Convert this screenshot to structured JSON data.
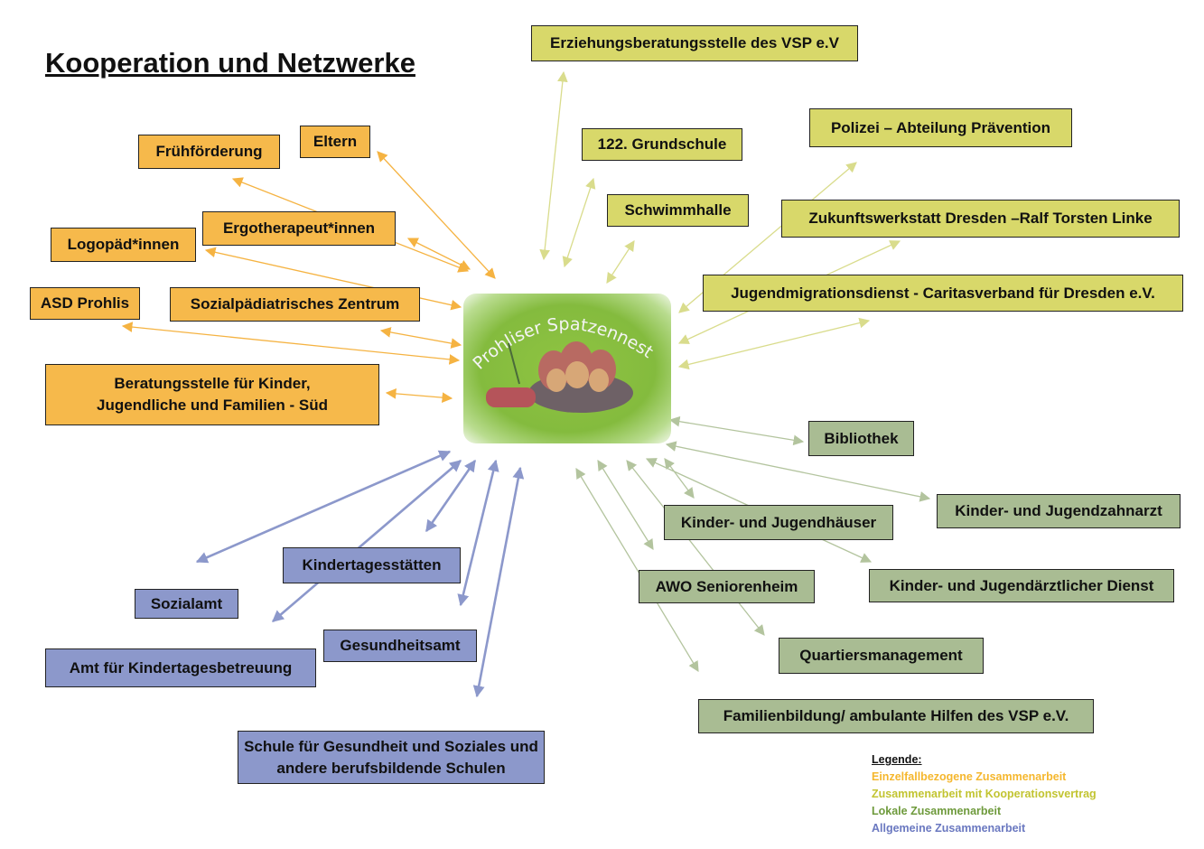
{
  "title": "Kooperation und Netzwerke",
  "center_logo": {
    "text": "Prohliser Spatzennest"
  },
  "colors": {
    "orange": "#F6B94B",
    "yellow": "#D8D86A",
    "green": "#A9BC93",
    "blue": "#8C98CB"
  },
  "orange_nodes": [
    "Frühförderung",
    "Eltern",
    "Ergotherapeut*innen",
    "Logopäd*innen",
    "ASD Prohlis",
    "Sozialpädiatrisches Zentrum",
    "Beratungsstelle für Kinder, Jugendliche und Familien - Süd"
  ],
  "yellow_nodes": [
    "Erziehungsberatungsstelle des VSP e.V",
    "122. Grundschule",
    "Schwimmhalle",
    "Polizei – Abteilung Prävention",
    "Zukunftswerkstatt Dresden –Ralf Torsten Linke",
    "Jugendmigrationsdienst - Caritasverband für Dresden e.V."
  ],
  "green_nodes": [
    "Bibliothek",
    "Kinder- und Jugendzahnarzt",
    "Kinder- und Jugendhäuser",
    "Kinder- und Jugendärztlicher Dienst",
    "AWO Seniorenheim",
    "Quartiersmanagement",
    "Familienbildung/ ambulante Hilfen des VSP e.V."
  ],
  "blue_nodes": [
    "Kindertagesstätten",
    "Sozialamt",
    "Gesundheitsamt",
    "Amt für Kindertagesbetreuung",
    "Schule für Gesundheit und Soziales und andere berufsbildende Schulen"
  ],
  "legend": {
    "heading": "Legende:",
    "items": [
      {
        "label": "Einzelfallbezogene Zusammenarbeit",
        "color": "#F5B72E"
      },
      {
        "label": "Zusammenarbeit mit Kooperationsvertrag",
        "color": "#C2C431"
      },
      {
        "label": "Lokale Zusammenarbeit",
        "color": "#6E9A3C"
      },
      {
        "label": "Allgemeine Zusammenarbeit",
        "color": "#6A78C0"
      }
    ]
  }
}
